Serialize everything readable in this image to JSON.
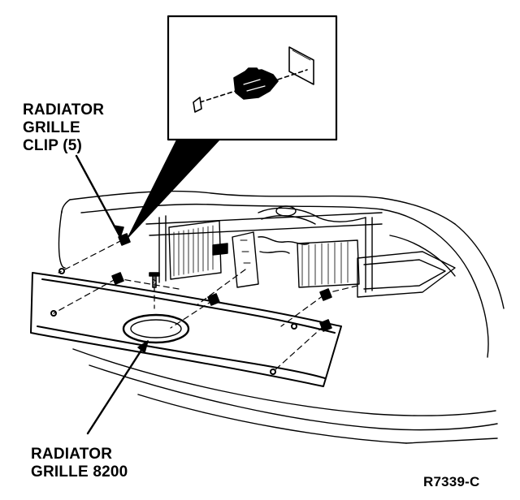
{
  "labels": {
    "clip_line1": "RADIATOR",
    "clip_line2": "GRILLE",
    "clip_line3": "CLIP (5)",
    "grille_line1": "RADIATOR",
    "grille_line2": "GRILLE 8200",
    "figure_id": "R7339-C"
  },
  "colors": {
    "ink": "#000000",
    "paper": "#ffffff"
  }
}
